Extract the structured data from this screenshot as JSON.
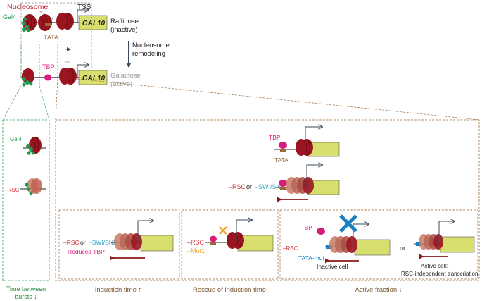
{
  "labels": {
    "nucleosome": "Nucleosome",
    "tss": "TSS",
    "gal4": "Gal4",
    "gal10": "GAL10",
    "tata": "TATA",
    "tbp": "TBP",
    "raffinose": "Raffinose",
    "inactive": "(inactive)",
    "galactose": "Galactose",
    "active": "(active)",
    "remodeling_1": "Nucleosome",
    "remodeling_2": "remodeling",
    "minus_rsc": "–RSC",
    "or": "or",
    "minus_swisnf": "–SWI/SNF",
    "reduced_tbp": "Reduced TBP",
    "minus_mot1": "–Mot1",
    "tata_mut": "TATA-mut",
    "inactive_cell": "Inactive cell",
    "active_cell_1": "Active cell:",
    "active_cell_2": "RSC-independent transcription"
  },
  "captions": {
    "time_between_1": "Time between",
    "time_between_2": "bursts ↓",
    "induction": "Induction time ↑",
    "rescue": "Rescue of induction time",
    "active_fraction": "Active fraction ↓"
  },
  "colors": {
    "nucleosome": "#9b1520",
    "nucleosome_pale": "#c97a66",
    "gene_box": "#d8df6e",
    "gal4": "#1f9a4b",
    "tbp": "#d81b7a",
    "tata": "#9a6a3a",
    "rsc": "#d6303a",
    "swisnf": "#35a9c9",
    "mot1": "#f0a030",
    "blue_x": "#1a7fc1",
    "arrow_dark": "#8a1a1a",
    "remodel_arrow": "#3c4a5a",
    "line": "#222222",
    "grey_text": "#999999",
    "green_text": "#2a8a3e",
    "brown_text": "#7a5630",
    "dash_grey": "#8a8a8a",
    "dash_brown": "#a06a3a",
    "dash_green": "#30a050"
  }
}
